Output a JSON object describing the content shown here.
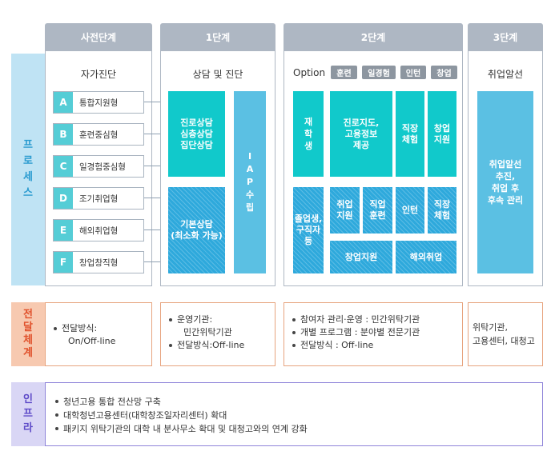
{
  "stages": {
    "pre": "사전단계",
    "s1": "1단계",
    "s2": "2단계",
    "s3": "3단계"
  },
  "sections": {
    "process": [
      "프",
      "로",
      "세",
      "스"
    ],
    "delivery": [
      "전",
      "달",
      "체",
      "계"
    ],
    "infra": [
      "인",
      "프",
      "라"
    ]
  },
  "pre_panel": {
    "title": "자가진단",
    "items": [
      {
        "letter": "A",
        "label": "통합지원형"
      },
      {
        "letter": "B",
        "label": "훈련중심형"
      },
      {
        "letter": "C",
        "label": "일경험중심형"
      },
      {
        "letter": "D",
        "label": "조기취업형"
      },
      {
        "letter": "E",
        "label": "해외취업형"
      },
      {
        "letter": "F",
        "label": "창업창직형"
      }
    ]
  },
  "s1_panel": {
    "title": "상담 및 진단",
    "consult_top": [
      "진로상담",
      "심층상담",
      "집단상담"
    ],
    "consult_bottom": [
      "기본상담",
      "(최소화 가능)"
    ],
    "iap": [
      "I",
      "A",
      "P",
      "수",
      "립"
    ]
  },
  "s2_panel": {
    "option_label": "Option",
    "tags": [
      "훈련",
      "일경험",
      "인턴",
      "창업"
    ],
    "boxes": {
      "jaehaksaeng": [
        "재",
        "학",
        "생"
      ],
      "career_guidance": [
        "진로지도,",
        "고용정보",
        "제공"
      ],
      "work_experience": [
        "직장",
        "체험"
      ],
      "startup_support_top": [
        "창업",
        "지원"
      ],
      "graduates": [
        "졸업생,",
        "구직자",
        "등"
      ],
      "job_support": [
        "취업",
        "지원"
      ],
      "job_training": [
        "직업",
        "훈련"
      ],
      "intern": "인턴",
      "work_experience2": [
        "직장",
        "체험"
      ],
      "startup_support": "창업지원",
      "overseas_job": "해외취업"
    }
  },
  "s3_panel": {
    "title": "취업알선",
    "box": [
      "취업알선",
      "추진,",
      "취업 후",
      "후속 관리"
    ]
  },
  "delivery": {
    "pre": [
      "전달방식:",
      "On/Off-line"
    ],
    "s1": [
      "운영기관:",
      "민간위탁기관",
      "전달방식:Off-line"
    ],
    "s2": [
      "참여자 관리·운영 : 민간위탁기관",
      "개별 프로그램 : 분야별 전문기관",
      "전달방식 : Off-line"
    ],
    "s3": [
      "위탁기관,",
      "고용센터, 대청고"
    ]
  },
  "infra": [
    "청년고용 통합 전산망 구축",
    "대학청년고용센터(대학창조일자리센터) 확대",
    "패키지 위탁기관의 대학 내 분사무소 확대 및 대청고와의 연계 강화"
  ],
  "colors": {
    "stage_header": "#aeb7c3",
    "teal": "#11c9cb",
    "hatch_blue": "#2ea9dc",
    "light_blue": "#5bc0e3",
    "process_bg": "#bfe3f4",
    "delivery_bg": "#f7c9b0",
    "infra_bg": "#d9d6f5"
  }
}
